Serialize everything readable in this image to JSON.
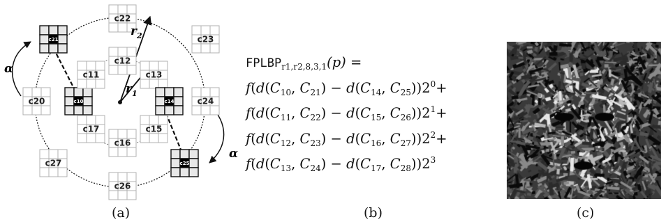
{
  "panel_a": {
    "cells": [
      "c10",
      "c11",
      "c12",
      "c13",
      "c14",
      "c15",
      "c16",
      "c17",
      "c20",
      "c21",
      "c22",
      "c23",
      "c24",
      "c25",
      "c26",
      "c27"
    ],
    "radius_labels": [
      "r",
      "1",
      "r",
      "2"
    ],
    "angle_labels": [
      "α",
      "α"
    ]
  },
  "panel_b": {
    "head_name": "FPLBP",
    "head_sub": "r1,r2,8,3,1",
    "head_rest": "(p) =",
    "lines": [
      {
        "a": "10",
        "b": "21",
        "c": "14",
        "d": "25",
        "exp": "0",
        "tail": "+"
      },
      {
        "a": "11",
        "b": "22",
        "c": "15",
        "d": "26",
        "exp": "1",
        "tail": "+"
      },
      {
        "a": "12",
        "b": "23",
        "c": "16",
        "d": "27",
        "exp": "2",
        "tail": "+"
      },
      {
        "a": "13",
        "b": "24",
        "c": "17",
        "d": "28",
        "exp": "3",
        "tail": ""
      }
    ]
  },
  "captions": [
    "(a)",
    "(b)",
    "(c)"
  ],
  "colors": {
    "active_cell": "#000000",
    "ghost_cell": "#b0b0b0",
    "line": "#111111"
  }
}
